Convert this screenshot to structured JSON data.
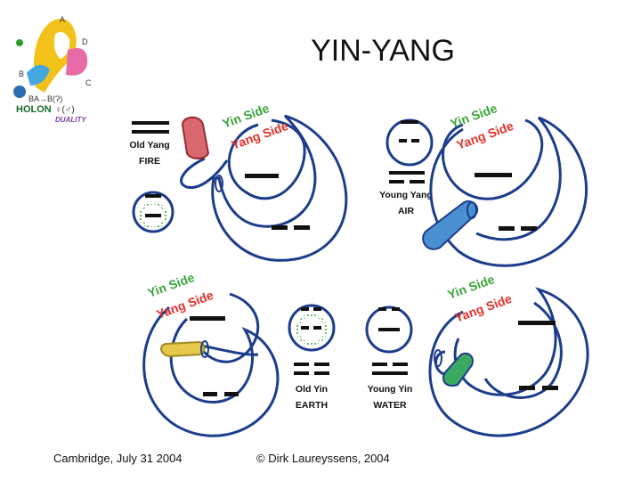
{
  "slide": {
    "title": "YIN-YANG",
    "footer_left": "Cambridge, July 31 2004",
    "footer_center": "© Dirk Laureyssens, 2004"
  },
  "logo": {
    "letters": [
      "A",
      "B",
      "C",
      "D"
    ],
    "formula": "BA→B(Ɂ)",
    "holon": "HOLON",
    "holon_symbol": "♀(♂)",
    "duality": "DUALITY"
  },
  "labels": {
    "yin_side": "Yin Side",
    "yang_side": "Yang Side"
  },
  "panels": [
    {
      "id": "fire",
      "name": "Old Yang",
      "element": "FIRE"
    },
    {
      "id": "air",
      "name": "Young Yang",
      "element": "AIR"
    },
    {
      "id": "earth",
      "name": "Old Yin",
      "element": "EARTH"
    },
    {
      "id": "water",
      "name": "Young Yin",
      "element": "WATER"
    }
  ],
  "colors": {
    "outline": "#1c3c8c",
    "yin_side": "#3aa53a",
    "yang_side": "#e0302a",
    "fire_fill": "#d9676e",
    "air_fill": "#4a90d0",
    "earth_fill": "#e6c84a",
    "water_fill": "#3aa860"
  }
}
